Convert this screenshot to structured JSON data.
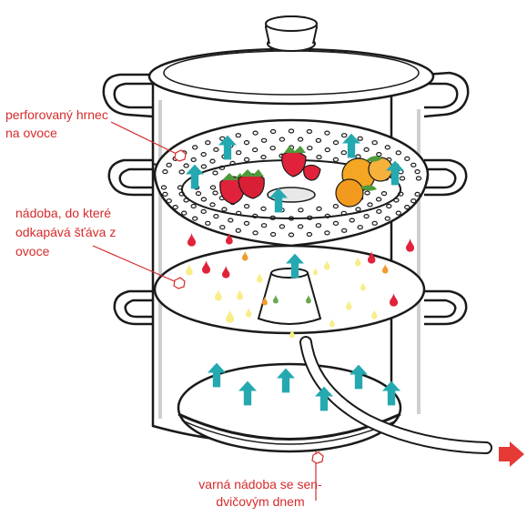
{
  "labels": {
    "perforated_pot": "perforovaný hrnec\nna ovoce",
    "juice_vessel": "nádoba, do které\nodkapává šťáva z\novoce",
    "boiling_vessel": "varná nádoba se sen-\ndvičovým dnem"
  },
  "colors": {
    "label_red": "#d62b2b",
    "steam_arrow": "#25a9b0",
    "outlet_arrow": "#e53a36",
    "juice_red": "#e0233a",
    "juice_orange": "#f29a2e",
    "juice_yellow": "#f7ee8a",
    "juice_green": "#6aa84f",
    "outline": "#1a1a1a"
  },
  "icons": [
    "steam-arrow-icon",
    "juice-drop-icon",
    "outlet-arrow-icon",
    "strawberry-icon",
    "apricot-icon",
    "callout-hexagon-icon"
  ]
}
